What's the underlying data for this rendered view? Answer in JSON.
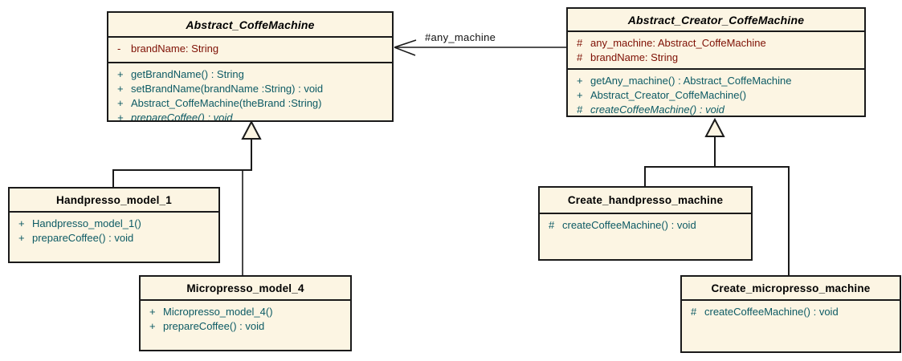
{
  "colors": {
    "box_fill": "#fcf5e3",
    "border": "#1a1a1a",
    "attr_color": "#7e1004",
    "op_color": "#0c5a64",
    "title_color": "#000000"
  },
  "association": {
    "label": "#any_machine"
  },
  "classes": [
    {
      "name": "Abstract_CoffeMachine",
      "abstract": true,
      "attributes": [
        {
          "visibility": "-",
          "text": "brandName: String"
        }
      ],
      "operations": [
        {
          "visibility": "+",
          "text": "getBrandName() : String"
        },
        {
          "visibility": "+",
          "text": "setBrandName(brandName :String) : void"
        },
        {
          "visibility": "+",
          "text": "Abstract_CoffeMachine(theBrand :String)"
        },
        {
          "visibility": "+",
          "text": "prepareCoffee() : void",
          "italic": true
        }
      ]
    },
    {
      "name": "Abstract_Creator_CoffeMachine",
      "abstract": true,
      "attributes": [
        {
          "visibility": "#",
          "text": "any_machine: Abstract_CoffeMachine"
        },
        {
          "visibility": "#",
          "text": "brandName: String"
        }
      ],
      "operations": [
        {
          "visibility": "+",
          "text": "getAny_machine() : Abstract_CoffeMachine"
        },
        {
          "visibility": "+",
          "text": "Abstract_Creator_CoffeMachine()"
        },
        {
          "visibility": "#",
          "text": "createCoffeeMachine() : void",
          "italic": true
        }
      ]
    },
    {
      "name": "Handpresso_model_1",
      "abstract": false,
      "attributes": [],
      "operations": [
        {
          "visibility": "+",
          "text": "Handpresso_model_1()"
        },
        {
          "visibility": "+",
          "text": "prepareCoffee() : void"
        }
      ]
    },
    {
      "name": "Micropresso_model_4",
      "abstract": false,
      "attributes": [],
      "operations": [
        {
          "visibility": "+",
          "text": "Micropresso_model_4()"
        },
        {
          "visibility": "+",
          "text": "prepareCoffee() : void"
        }
      ]
    },
    {
      "name": "Create_handpresso_machine",
      "abstract": false,
      "attributes": [],
      "operations": [
        {
          "visibility": "#",
          "text": "createCoffeeMachine() : void"
        }
      ]
    },
    {
      "name": "Create_micropresso_machine",
      "abstract": false,
      "attributes": [],
      "operations": [
        {
          "visibility": "#",
          "text": "createCoffeeMachine() : void"
        }
      ]
    }
  ]
}
